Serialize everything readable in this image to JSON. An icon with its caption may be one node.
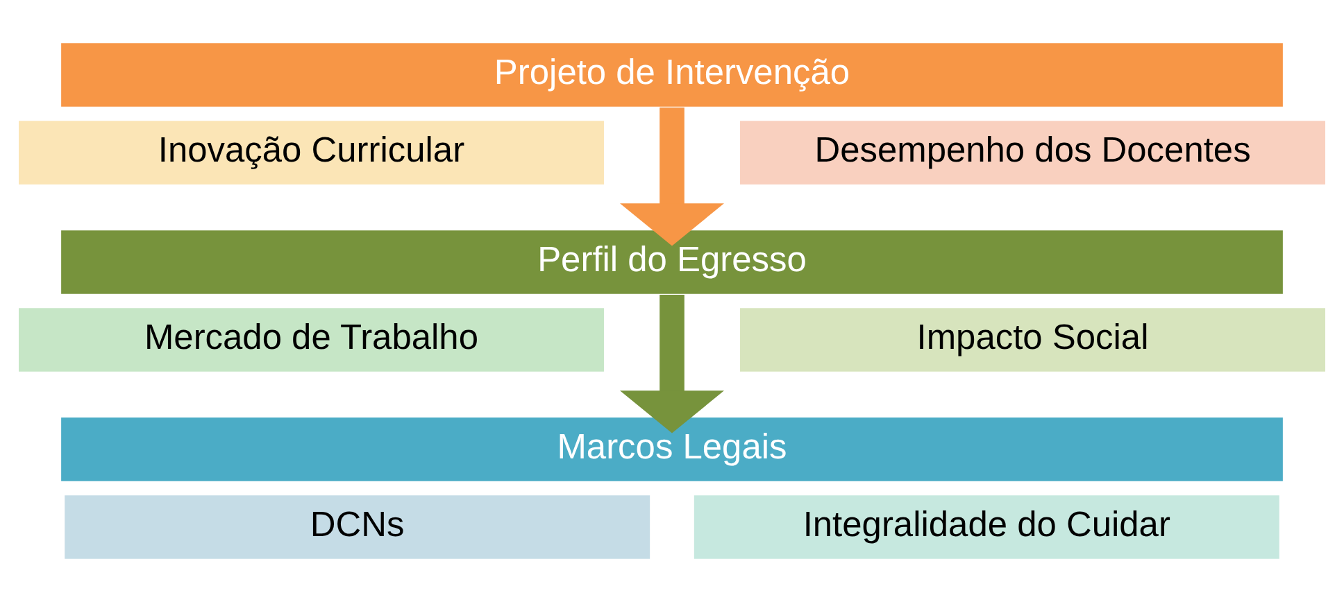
{
  "diagram": {
    "nodes": [
      {
        "text": [
          "Projeto de Intervenção"
        ]
      },
      {
        "text": [
          "Inovação Curricular"
        ]
      },
      {
        "text": [
          "Desempenho dos Docentes"
        ]
      },
      {
        "text": [
          "Perfil do Egresso"
        ]
      },
      {
        "text": [
          "Mercado de Trabalho"
        ]
      },
      {
        "text": [
          "Impacto Social"
        ]
      },
      {
        "text": [
          "Marcos Legais"
        ]
      },
      {
        "text": [
          "DCNs"
        ]
      },
      {
        "text": [
          "Integralidade do Cuidar"
        ]
      }
    ],
    "edges": [
      {
        "from": 0,
        "to": 3,
        "arrow": "to",
        "color": "#f79646"
      },
      {
        "from": 3,
        "to": 6,
        "arrow": "to",
        "color": "#77933c"
      }
    ]
  }
}
